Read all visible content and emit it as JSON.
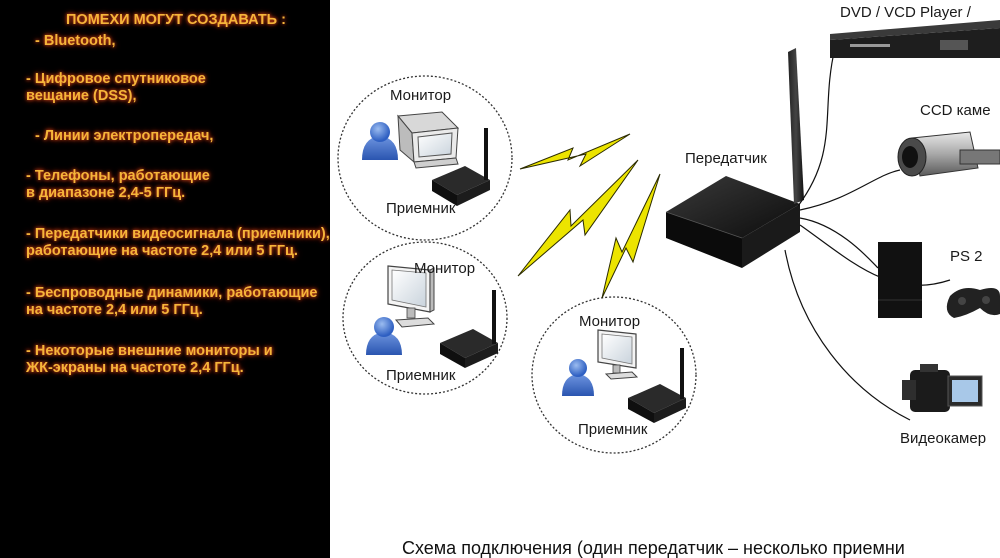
{
  "interference": {
    "heading": "ПОМЕХИ МОГУТ СОЗДАВАТЬ :",
    "items": [
      "- Bluetooth,",
      "- Цифровое спутниковое\nвещание (DSS),",
      "- Линии электропередач,",
      "- Телефоны, работающие\nв диапазоне 2,4-5 ГГц.",
      "- Передатчики видеосигнала (приемники),\nработающие на частоте 2,4 или 5 ГГц.",
      "- Беспроводные динамики, работающие\nна частоте 2,4 или 5 ГГц.",
      "- Некоторые внешние мониторы и\nЖК-экраны на частоте 2,4 ГГц."
    ]
  },
  "diagram": {
    "receivers": [
      {
        "monitor_label": "Монитор",
        "receiver_label": "Приемник"
      },
      {
        "monitor_label": "Монитор",
        "receiver_label": "Приемник"
      },
      {
        "monitor_label": "Монитор",
        "receiver_label": "Приемник"
      }
    ],
    "transmitter_label": "Передатчик",
    "sources": {
      "dvd": "DVD / VCD Player /",
      "ccd": "CCD каме",
      "ps2": "PS 2",
      "camcorder": "Видеокамер"
    },
    "caption": "Схема подключения (один передатчик – несколько приемни"
  },
  "colors": {
    "left_bg": "#000000",
    "text_orange": "#f5b53a",
    "glow": "#d0421a",
    "bolt": "#ece400"
  }
}
